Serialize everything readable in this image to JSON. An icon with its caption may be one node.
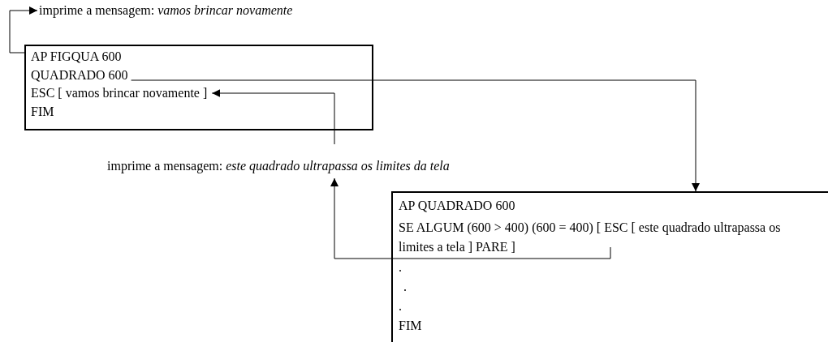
{
  "diagram": {
    "nodes": [
      {
        "text": [
          "imprime a mensagem: *vamos brincar novamente*"
        ]
      },
      {
        "text": [],
        "shape": "box"
      },
      {
        "text": [
          "AP FIGQUA 600"
        ],
        "in": 1
      },
      {
        "text": [
          "QUADRADO 600"
        ],
        "in": 1
      },
      {
        "text": [
          "ESC [ vamos brincar novamente ]"
        ],
        "in": 1
      },
      {
        "text": [
          "FIM"
        ],
        "in": 1
      },
      {
        "text": [
          "imprime a mensagem: *este quadrado ultrapassa os limites da tela*"
        ]
      },
      {
        "text": [],
        "shape": "box"
      },
      {
        "text": [
          "AP QUADRADO 600"
        ],
        "in": 7
      },
      {
        "text": [
          "SE ALGUM (600 > 400) (600 = 400) [ ESC [ este quadrado ultrapassa os limites a tela ] PARE ]"
        ],
        "in": 7
      },
      {
        "text": [
          "."
        ],
        "in": 7
      },
      {
        "text": [
          "."
        ],
        "in": 7
      },
      {
        "text": [
          "."
        ],
        "in": 7
      },
      {
        "text": [
          "FIM"
        ],
        "in": 7
      }
    ],
    "edges": [
      {
        "from": 1,
        "to": 0,
        "arrow": "to"
      },
      {
        "from": 3,
        "to": 7,
        "arrow": "to"
      },
      {
        "from": 6,
        "to": 4,
        "arrow": "to"
      },
      {
        "from": 9,
        "to": 6,
        "arrow": "to"
      }
    ]
  }
}
